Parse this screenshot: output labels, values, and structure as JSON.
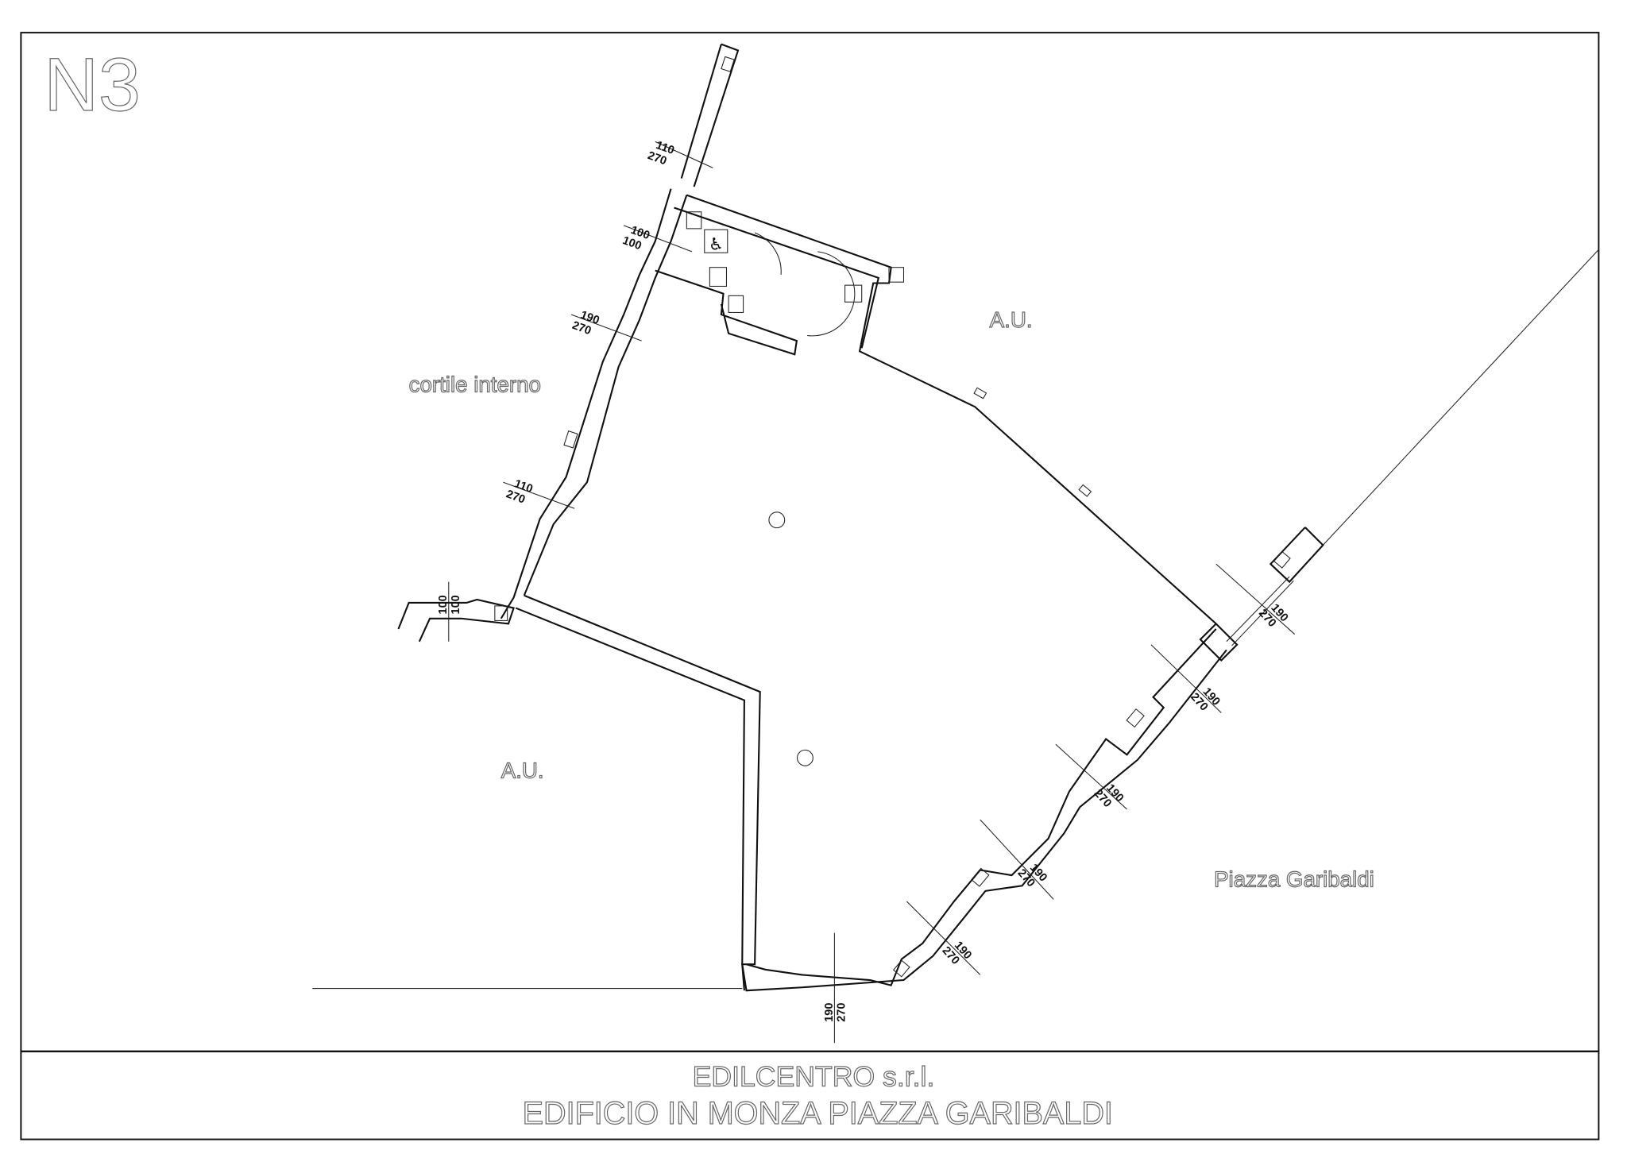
{
  "sheet": {
    "code": "N3",
    "title_line1": "EDILCENTRO s.r.l.",
    "title_line2": "EDIFICIO IN  MONZA PIAZZA GARIBALDI"
  },
  "labels": {
    "courtyard": "cortile interno",
    "au_top": "A.U.",
    "au_bottom": "A.U.",
    "square": "Piazza Garibaldi"
  },
  "openings": [
    {
      "w": "110",
      "h": "270"
    },
    {
      "w": "100",
      "h": "100"
    },
    {
      "w": "190",
      "h": "270"
    },
    {
      "w": "110",
      "h": "270"
    },
    {
      "w": "100",
      "h": "100"
    },
    {
      "w": "190",
      "h": "270"
    },
    {
      "w": "190",
      "h": "270"
    },
    {
      "w": "190",
      "h": "270"
    },
    {
      "w": "190",
      "h": "270"
    },
    {
      "w": "190",
      "h": "270"
    },
    {
      "w": "190",
      "h": "270"
    }
  ]
}
